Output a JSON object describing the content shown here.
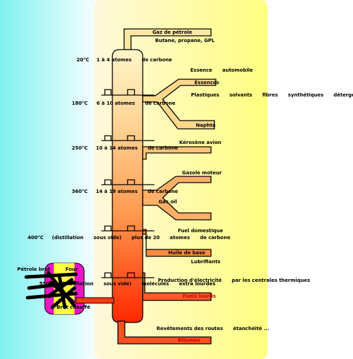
{
  "temperatures": {
    "t20": "20°C",
    "t180": "180°C",
    "t250": "250°C",
    "t360": "360°C",
    "t400": "400°C     (distillation      sous vide)      plus de 20      atomes      de carbone",
    "t550": "550°C    (distillation      sous vide)      molécules      extra lourdes"
  },
  "carbon_ranges": {
    "c1": "1 à 4 atomes      de carbone",
    "c2": "6 à 10 atomes      de carbone",
    "c3": "10 à 14 atomes      de carbone",
    "c4": "14 à 19 atomes      de carbone"
  },
  "fractions": {
    "gaz_petrole": "Gaz de pétrole",
    "essences": "Essences",
    "naphta": "Naphta",
    "gas_oil": "Gas oil",
    "huile_base": "Huile de base",
    "fuels_lourds": "Fuels lourds",
    "bitumes": "Bitumes"
  },
  "uses": {
    "butane": "Butane, propane, GPL",
    "essence_auto": "Essence      automobile",
    "plastiques": "Plastiques      solvants      fibres      synthétiques      détergents...",
    "kerosene": "Kérosène avion",
    "gazole": "Gazole moteur",
    "fuel_dom": "Fuel domestique",
    "lubrifiants": "Lubrifiants",
    "electricite": "Production d'électricité      par les centrales thermiques",
    "revetements": "Revêtements des routes      étanchéité ..."
  },
  "furnace": {
    "petrole_brut": "Pétrole brut",
    "four": "Four",
    "brut_chauffe": "Brut chauffé"
  }
}
